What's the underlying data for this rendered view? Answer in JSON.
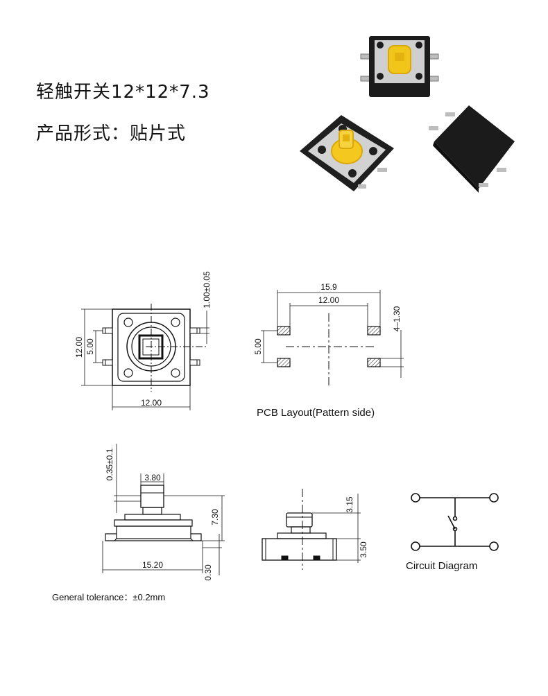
{
  "header": {
    "title": "轻触开关12*12*7.3",
    "subtitle": "产品形式：贴片式"
  },
  "top_view": {
    "width_label": "12.00",
    "height_label": "12.00",
    "pin_pitch_label": "5.00",
    "pin_width_label": "1.00±0.05"
  },
  "pcb_layout": {
    "outer_label": "15.9",
    "inner_label": "12.00",
    "pitch_label": "5.00",
    "pad_label": "4–1.30",
    "caption": "PCB  Layout(Pattern  side)"
  },
  "side_view": {
    "actuator_label": "3.80",
    "tolerance_label": "0.35±0.1",
    "height_label": "7.30",
    "length_label": "15.20",
    "lead_label": "0.30"
  },
  "side_view_2": {
    "actuator_height_label": "3.15",
    "body_height_label": "3.50"
  },
  "circuit": {
    "caption": "Circuit  Diagram"
  },
  "footer": {
    "tolerance_note": "General tolerance：±0.2mm"
  },
  "colors": {
    "body": "#1c1c1c",
    "actuator": "#f2c51a",
    "metal": "#c9c9c9",
    "line": "#111111"
  }
}
